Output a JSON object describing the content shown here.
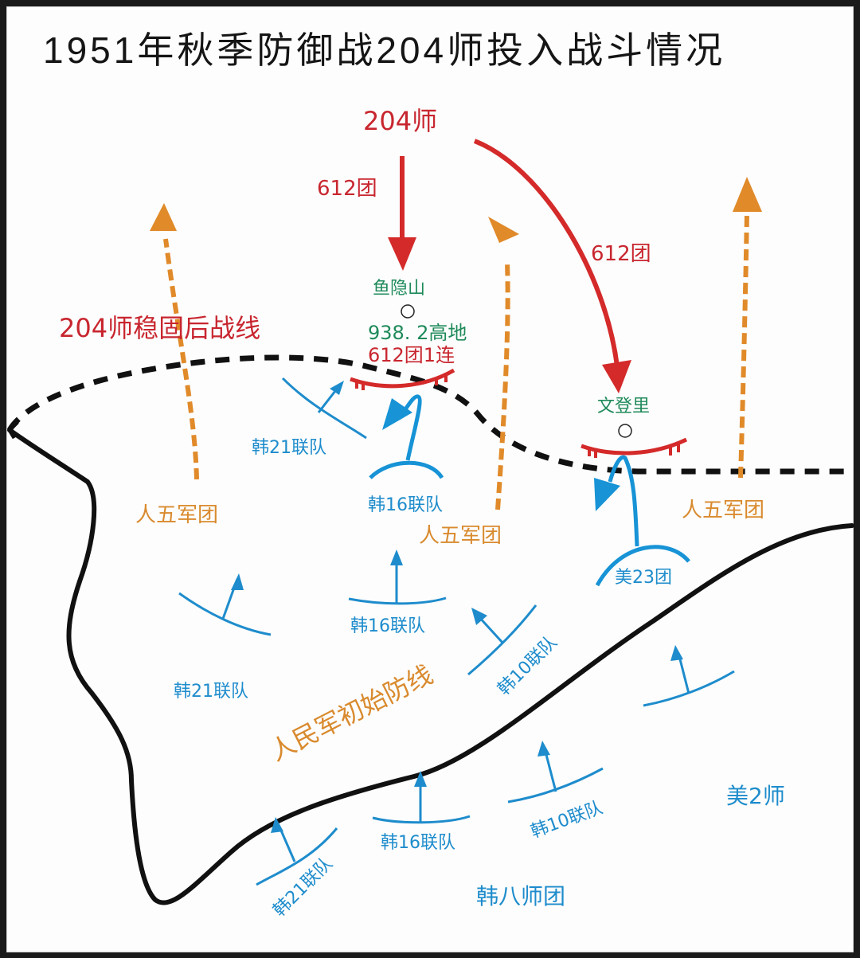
{
  "title": "1951年秋季防御战204师投入战斗情况",
  "colors": {
    "frame": "#1a1a1a",
    "background": "#fdfdfd",
    "chinese_forces_red": "#c8262f",
    "position_label_green": "#1f8a5a",
    "un_forces_blue": "#1e8ccc",
    "kpa_orange": "#d98a2e",
    "front_line_black": "#111111"
  },
  "legend_lines": {
    "consolidated_line": "204师稳固后战线",
    "initial_line": "人民军初始防线"
  },
  "chinese_units": {
    "division": "204师",
    "regiment_left": "612团",
    "regiment_right": "612团",
    "company": "612团1连"
  },
  "locations": {
    "mountain": "鱼隐山",
    "hill": "938. 2高地",
    "village": "文登里"
  },
  "kpa_units": {
    "corps_left": "人五军团",
    "corps_center": "人五军团",
    "corps_right": "人五军团"
  },
  "un_units": {
    "upper_left": "韩21联队",
    "upper_center": "韩16联队",
    "upper_right": "美23团",
    "mid_left": "韩21联队",
    "mid_center": "韩16联队",
    "mid_right": "韩10联队",
    "low_left": "韩21联队",
    "low_center": "韩16联队",
    "low_right": "韩10联队",
    "us_division": "美2师",
    "rok_division": "韩八师团"
  }
}
